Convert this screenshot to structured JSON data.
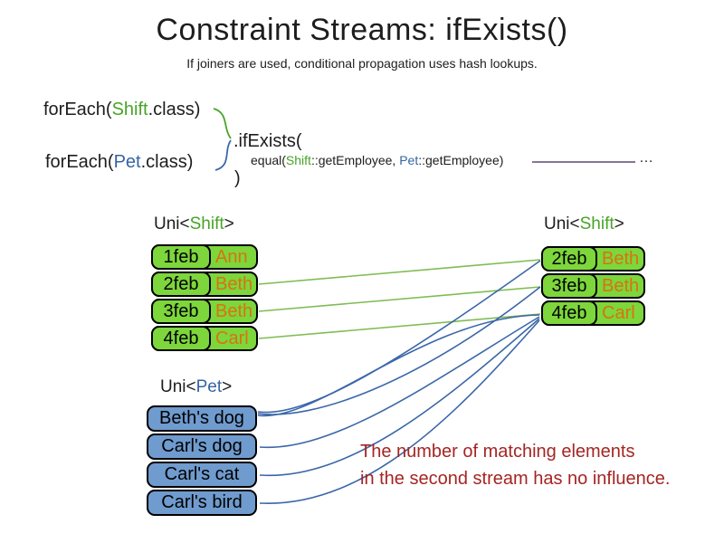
{
  "slide": {
    "title": "Constraint Streams: ifExists()",
    "subtitle": "If joiners are used, conditional propagation uses hash lookups."
  },
  "code": {
    "foreach_shift": {
      "prefix": "forEach(",
      "class_name": "Shift",
      "suffix": ".class)"
    },
    "foreach_pet": {
      "prefix": "forEach(",
      "class_name": "Pet",
      "suffix": ".class)"
    },
    "if_exists": ".ifExists(",
    "equal_line": {
      "prefix": "equal(",
      "shift": "Shift",
      "mid": "::getEmployee, ",
      "pet": "Pet",
      "suffix": "::getEmployee)"
    },
    "ellipsis": "…",
    "close_paren": ")"
  },
  "left_shift_table": {
    "label_prefix": "Uni<",
    "label_type": "Shift",
    "label_suffix": ">",
    "rows": [
      {
        "date": "1feb",
        "name": "Ann"
      },
      {
        "date": "2feb",
        "name": "Beth"
      },
      {
        "date": "3feb",
        "name": "Beth"
      },
      {
        "date": "4feb",
        "name": "Carl"
      }
    ]
  },
  "right_shift_table": {
    "label_prefix": "Uni<",
    "label_type": "Shift",
    "label_suffix": ">",
    "rows": [
      {
        "date": "2feb",
        "name": "Beth"
      },
      {
        "date": "3feb",
        "name": "Beth"
      },
      {
        "date": "4feb",
        "name": "Carl"
      }
    ]
  },
  "pet_table": {
    "label_prefix": "Uni<",
    "label_type": "Pet",
    "label_suffix": ">",
    "rows": [
      "Beth's dog",
      "Carl's dog",
      "Carl's cat",
      "Carl's bird"
    ]
  },
  "note": {
    "line1": "The number of matching elements",
    "line2": "in the second stream has no influence."
  },
  "connections": {
    "pass_through": [
      {
        "from": "2feb Beth",
        "to": "2feb Beth"
      },
      {
        "from": "3feb Beth",
        "to": "3feb Beth"
      },
      {
        "from": "4feb Carl",
        "to": "4feb Carl"
      }
    ],
    "matches": [
      {
        "from": "Beth's dog",
        "to": "2feb Beth"
      },
      {
        "from": "Beth's dog",
        "to": "3feb Beth"
      },
      {
        "from": "Beth's dog",
        "to": "4feb Carl"
      },
      {
        "from": "Carl's dog",
        "to": "4feb Carl"
      },
      {
        "from": "Carl's cat",
        "to": "4feb Carl"
      },
      {
        "from": "Carl's bird",
        "to": "4feb Carl"
      }
    ]
  },
  "colors": {
    "shift_green_text": "#47a426",
    "pet_blue_text": "#3465a4",
    "cell_green": "#7dd63c",
    "cell_blue": "#6f9bce",
    "name_orange": "#d9730d",
    "line_green": "#7fbc52",
    "line_blue": "#3a67a8",
    "line_purple": "#5b4a72",
    "note_red": "#a52523"
  }
}
